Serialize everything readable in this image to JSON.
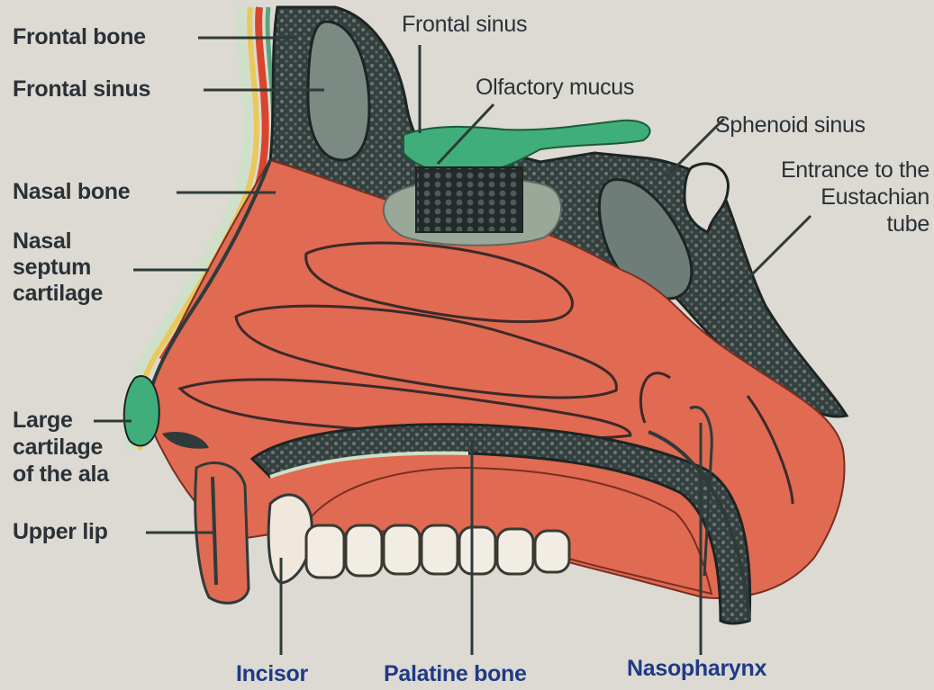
{
  "labels": {
    "frontal_bone": "Frontal bone",
    "frontal_sinus_left": "Frontal sinus",
    "frontal_sinus_top": "Frontal sinus",
    "olfactory_mucus": "Olfactory mucus",
    "sphenoid_sinus": "Sphenoid sinus",
    "eustachian_entrance": "Entrance to the\nEustachian\ntube",
    "nasal_bone": "Nasal bone",
    "nasal_septum_cartilage": "Nasal\nseptum\ncartilage",
    "large_cartilage_ala": "Large\ncartilage\nof the ala",
    "upper_lip": "Upper lip",
    "incisor": "Incisor",
    "palatine_bone": "Palatine bone",
    "nasopharynx": "Nasopharynx"
  },
  "colors": {
    "background": "#dcdad2",
    "soft_tissue": "#e06a52",
    "bone_dark": "#2f3a3a",
    "sinus": "#7c8a84",
    "olfactory_green": "#3fae7a",
    "label_text": "#2b3137",
    "label_blue": "#1f3a86"
  }
}
